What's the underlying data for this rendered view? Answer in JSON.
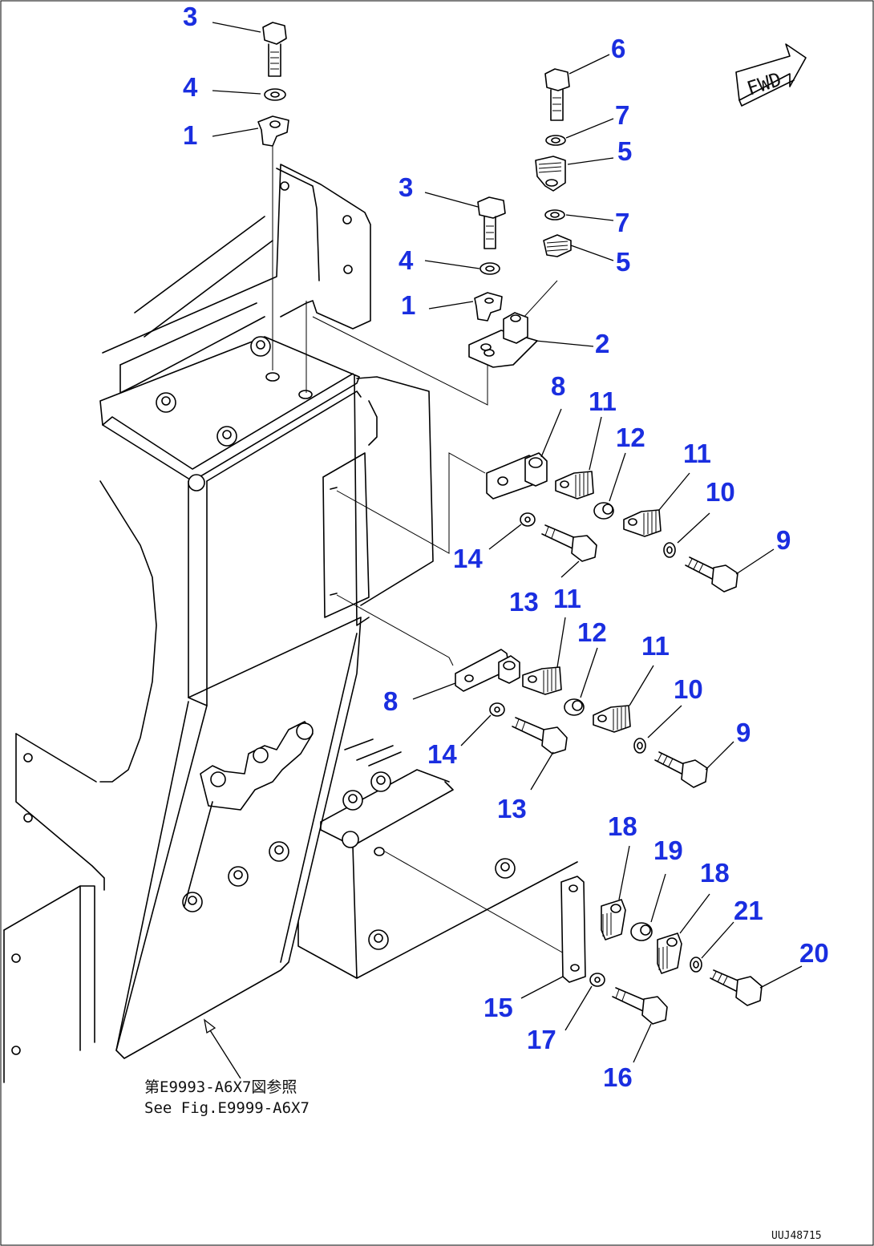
{
  "diagram": {
    "callouts": [
      {
        "id": "c3a",
        "label": "3"
      },
      {
        "id": "c4a",
        "label": "4"
      },
      {
        "id": "c1a",
        "label": "1"
      },
      {
        "id": "c6",
        "label": "6"
      },
      {
        "id": "c7a",
        "label": "7"
      },
      {
        "id": "c5a",
        "label": "5"
      },
      {
        "id": "c3b",
        "label": "3"
      },
      {
        "id": "c7b",
        "label": "7"
      },
      {
        "id": "c4b",
        "label": "4"
      },
      {
        "id": "c5b",
        "label": "5"
      },
      {
        "id": "c1b",
        "label": "1"
      },
      {
        "id": "c2",
        "label": "2"
      },
      {
        "id": "c8a",
        "label": "8"
      },
      {
        "id": "c11a",
        "label": "11"
      },
      {
        "id": "c12a",
        "label": "12"
      },
      {
        "id": "c11b",
        "label": "11"
      },
      {
        "id": "c10a",
        "label": "10"
      },
      {
        "id": "c9a",
        "label": "9"
      },
      {
        "id": "c14a",
        "label": "14"
      },
      {
        "id": "c13a",
        "label": "13"
      },
      {
        "id": "c11c",
        "label": "11"
      },
      {
        "id": "c12b",
        "label": "12"
      },
      {
        "id": "c11d",
        "label": "11"
      },
      {
        "id": "c10b",
        "label": "10"
      },
      {
        "id": "c8b",
        "label": "8"
      },
      {
        "id": "c9b",
        "label": "9"
      },
      {
        "id": "c14b",
        "label": "14"
      },
      {
        "id": "c13b",
        "label": "13"
      },
      {
        "id": "c18a",
        "label": "18"
      },
      {
        "id": "c19",
        "label": "19"
      },
      {
        "id": "c18b",
        "label": "18"
      },
      {
        "id": "c21",
        "label": "21"
      },
      {
        "id": "c20",
        "label": "20"
      },
      {
        "id": "c15",
        "label": "15"
      },
      {
        "id": "c17",
        "label": "17"
      },
      {
        "id": "c16",
        "label": "16"
      }
    ],
    "reference_note": {
      "line1": "第E9993-A6X7図参照",
      "line2": "See Fig.E9999-A6X7"
    },
    "fwd_label": "FWD",
    "drawing_code": "UUJ48715"
  }
}
